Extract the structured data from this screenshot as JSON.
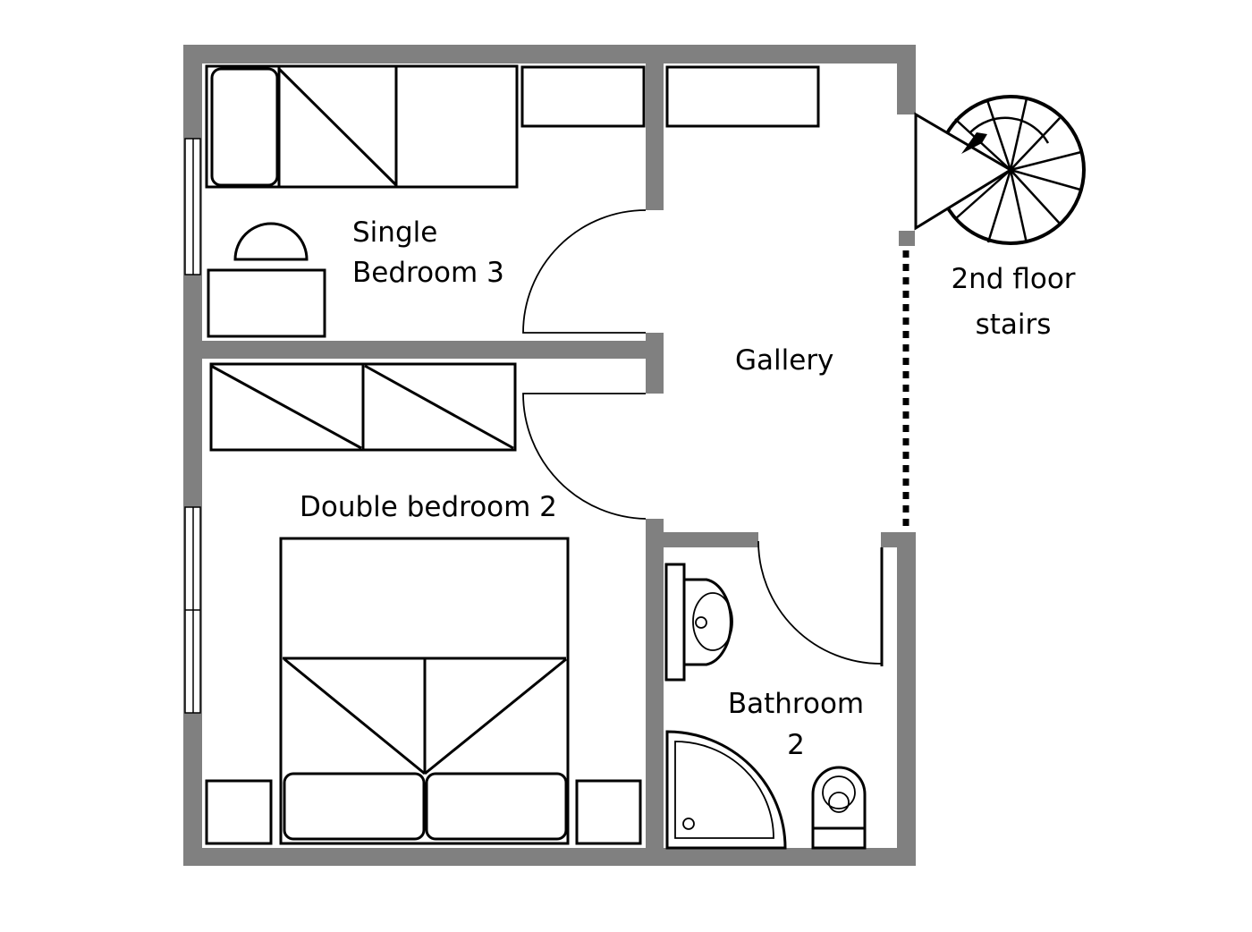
{
  "rooms": {
    "single_bedroom": {
      "line1": "Single",
      "line2": "Bedroom 3"
    },
    "gallery": "Gallery",
    "double_bedroom": "Double bedroom 2",
    "bathroom": {
      "line1": "Bathroom",
      "line2": "2"
    },
    "stairs": {
      "line1": "2nd floor",
      "line2": "stairs"
    }
  },
  "colors": {
    "wall": "#808080",
    "line": "#000000",
    "background": "#ffffff"
  }
}
